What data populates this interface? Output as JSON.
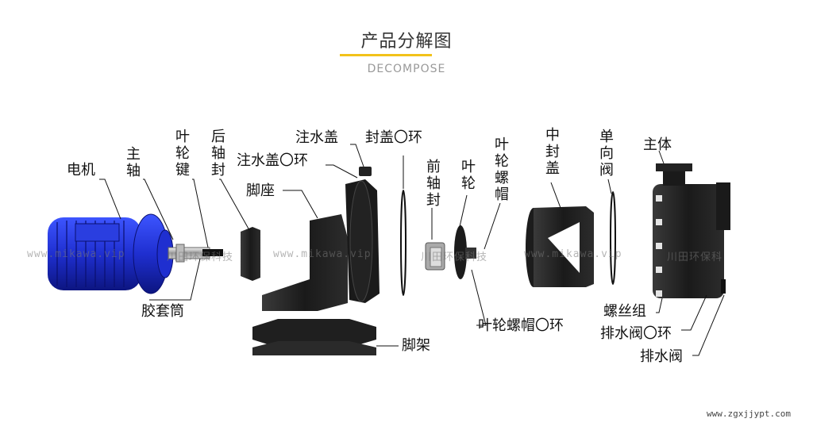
{
  "header": {
    "title": "产品分解图",
    "subtitle": "DECOMPOSE"
  },
  "labels": {
    "motor": "电机",
    "main_shaft": "主轴",
    "impeller_key": "叶轮键",
    "rear_shaft_seal": "后轴封",
    "rubber_sleeve": "胶套筒",
    "water_inlet_cap": "注水盖",
    "water_inlet_cap_oring": "注水盖〇环",
    "foot_seat": "脚座",
    "seal_cover_oring": "封盖〇环",
    "front_shaft_seal": "前轴封",
    "impeller": "叶轮",
    "impeller_nut": "叶轮螺帽",
    "impeller_nut_oring": "叶轮螺帽〇环",
    "middle_seal_cover": "中封盖",
    "check_valve": "单向阀",
    "main_body": "主体",
    "screw_set": "螺丝组",
    "drain_valve_oring": "排水阀〇环",
    "drain_valve": "排水阀",
    "foot_frame": "脚架"
  },
  "watermarks": {
    "wm1": "www.mikawa.vip",
    "wm2": "川田环保科技",
    "wm3": "www.mikawa.vip",
    "wm4": "川田环保科技",
    "wm5": "www.mikawa.vip",
    "wm6": "川田环保科"
  },
  "footer": {
    "site": "www.zgxjjypt.com"
  },
  "colors": {
    "motor_blue": "#2233c8",
    "part_black": "#1c1c1c",
    "accent_yellow": "#f2c21a"
  }
}
